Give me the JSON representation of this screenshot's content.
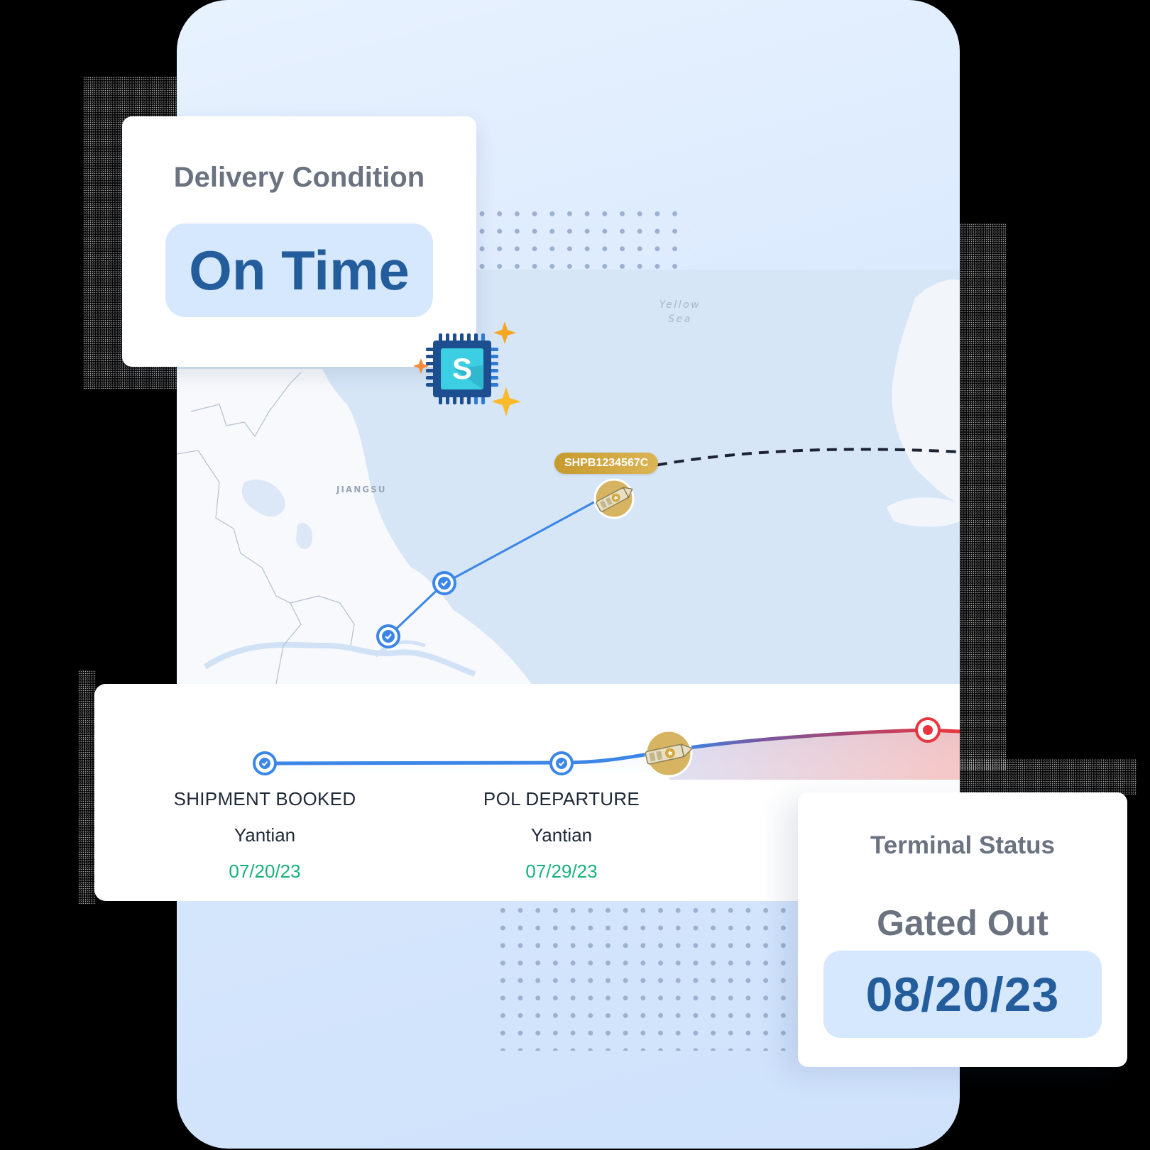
{
  "delivery_condition": {
    "title": "Delivery Condition",
    "status": "On Time"
  },
  "ai_badge": {
    "icon": "chip-icon",
    "letter": "S"
  },
  "map": {
    "province_label": "JIANGSU",
    "sea_label_line1": "Yellow",
    "sea_label_line2": "Sea",
    "vessel_id": "SHPB1234567C",
    "route_color": "#3b86e6",
    "planned_route_color": "#1a2233"
  },
  "timeline": {
    "milestones": [
      {
        "title": "SHIPMENT BOOKED",
        "location": "Yantian",
        "date": "07/20/23",
        "status": "completed"
      },
      {
        "title": "POL DEPARTURE",
        "location": "Yantian",
        "date": "07/29/23",
        "status": "completed"
      }
    ],
    "completed_color": "#3b86e6",
    "date_color": "#16b277",
    "destination_color": "#e8363e"
  },
  "terminal_status": {
    "title": "Terminal Status",
    "state": "Gated Out",
    "date": "08/20/23"
  }
}
